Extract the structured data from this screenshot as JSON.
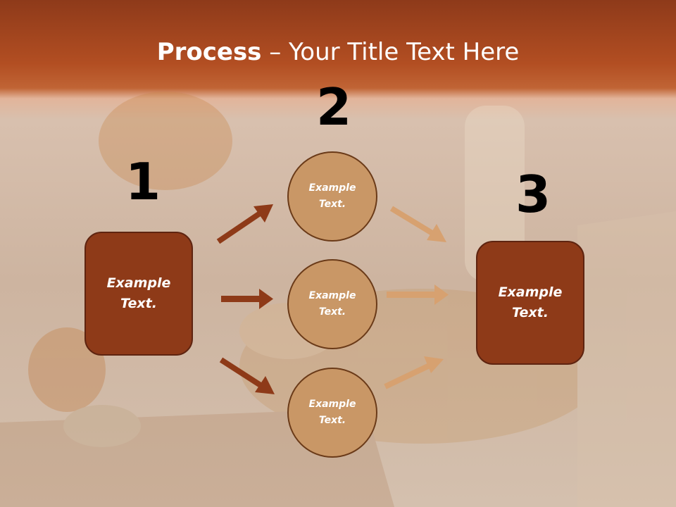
{
  "title": {
    "bold": "Process",
    "rest": " – Your Title Text Here"
  },
  "steps": [
    {
      "number": "1",
      "label_line1": "Example",
      "label_line2": "Text."
    },
    {
      "number": "2"
    },
    {
      "number": "3",
      "label_line1": "Example",
      "label_line2": "Text."
    }
  ],
  "circles": [
    {
      "label_line1": "Example",
      "label_line2": "Text."
    },
    {
      "label_line1": "Example",
      "label_line2": "Text."
    },
    {
      "label_line1": "Example",
      "label_line2": "Text."
    }
  ],
  "colors": {
    "header": "#a84a20",
    "box_fill": "#8e3a18",
    "circle_fill": "#c99766",
    "arrow_dark": "#8e3a18",
    "arrow_light": "#d7a170"
  }
}
